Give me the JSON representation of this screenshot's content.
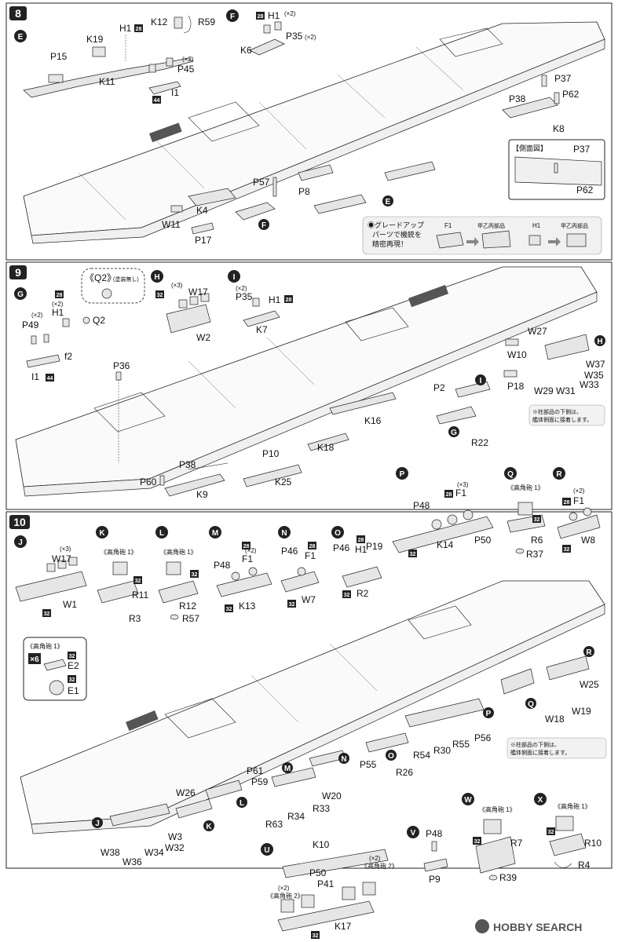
{
  "steps": [
    {
      "number": "8",
      "subassemblies": [
        "E",
        "F"
      ]
    },
    {
      "number": "9",
      "subassemblies": [
        "G",
        "H",
        "I"
      ]
    },
    {
      "number": "10",
      "subassemblies": [
        "J",
        "K",
        "L",
        "M",
        "N",
        "O",
        "P",
        "Q",
        "R",
        "U",
        "V",
        "W",
        "X"
      ]
    }
  ],
  "step8": {
    "E_parts": [
      "P15",
      "K19",
      "K11",
      "H1",
      "28",
      "K12",
      "R59",
      "P45",
      "(×2)",
      "I1",
      "44"
    ],
    "F_parts": [
      "H1",
      "(×2)",
      "28",
      "K6",
      "P35",
      "(×2)"
    ],
    "ship_parts": [
      "P37",
      "P38",
      "P62",
      "K8",
      "P57",
      "P8",
      "K4",
      "W11",
      "P17"
    ],
    "inset_title": "【側面図】",
    "inset_parts": [
      "P37",
      "P62"
    ],
    "upgrade_note": "◉グレードアップ\nパーツで機銃を\n精密再現！",
    "upgrade_items": [
      "F1",
      "甲乙丙部品",
      "H1",
      "甲乙丙部品"
    ],
    "callouts": [
      "E",
      "F",
      "E",
      "F"
    ]
  },
  "step9": {
    "Q2_label": "《Q2》",
    "Q2_note": "(塗装無し)",
    "G_parts": [
      "P49",
      "(×2)",
      "H1",
      "(×2)",
      "28",
      "Q2",
      "f2",
      "I1",
      "44"
    ],
    "H_parts": [
      "W17",
      "(×3)",
      "32",
      "W2"
    ],
    "I_parts": [
      "P35",
      "(×2)",
      "H1",
      "28",
      "K7"
    ],
    "ship_parts": [
      "P36",
      "W27",
      "W10",
      "P18",
      "P2",
      "W37",
      "W35",
      "W33",
      "W31",
      "W29",
      "K16",
      "R22",
      "K18",
      "P10",
      "P38",
      "P60",
      "K9",
      "K25"
    ],
    "note": "※柱部品の下側は、\n艦体側面に接着します。"
  },
  "step10": {
    "J": {
      "parts": [
        "W17",
        "(×3)",
        "W1",
        "32"
      ]
    },
    "K": {
      "title": "《高角砲 1》",
      "parts": [
        "32",
        "R11",
        "R3"
      ]
    },
    "L": {
      "title": "《高角砲 1》",
      "parts": [
        "32",
        "R12",
        "R57"
      ]
    },
    "M": {
      "parts": [
        "28",
        "(×2)",
        "P48",
        "F1",
        "K13",
        "32"
      ]
    },
    "N": {
      "parts": [
        "P46",
        "28",
        "F1",
        "W7",
        "32"
      ]
    },
    "O": {
      "parts": [
        "P46",
        "28",
        "H1",
        "P19",
        "R2",
        "32"
      ]
    },
    "P": {
      "parts": [
        "P48",
        "(×3)",
        "28",
        "F1",
        "K14",
        "P50",
        "32"
      ]
    },
    "Q": {
      "title": "《高角砲 1》",
      "parts": [
        "32",
        "R6",
        "R37"
      ]
    },
    "R": {
      "parts": [
        "(×2)",
        "28",
        "F1",
        "W8",
        "32"
      ]
    },
    "HA": {
      "title": "《高角砲 1》",
      "mult": "×6",
      "parts": [
        "E2",
        "E1",
        "32",
        "32"
      ]
    },
    "ship_parts": [
      "W25",
      "W18",
      "W19",
      "P56",
      "R55",
      "R30",
      "R54",
      "P55",
      "R26",
      "P61",
      "P59",
      "W20",
      "R33",
      "R34",
      "R63",
      "W26",
      "W3",
      "W38",
      "W34",
      "W32",
      "W36"
    ],
    "note": "※柱部品の下側は、\n艦体側面に接着します。",
    "U": {
      "title": "K10",
      "parts": [
        "(×2)",
        "《高角砲 2》",
        "P50",
        "P41",
        "(×2)",
        "《高角砲 2》",
        "K17",
        "32"
      ]
    },
    "V": {
      "parts": [
        "P48",
        "P9"
      ]
    },
    "W": {
      "title": "《高角砲 1》",
      "parts": [
        "32",
        "R7",
        "R39"
      ]
    },
    "X": {
      "title": "《高角砲 1》",
      "parts": [
        "32",
        "R10",
        "R4"
      ]
    }
  },
  "watermark": "HOBBY SEARCH",
  "colors": {
    "ink": "#111111",
    "badge": "#222222",
    "paper": "#ffffff"
  }
}
